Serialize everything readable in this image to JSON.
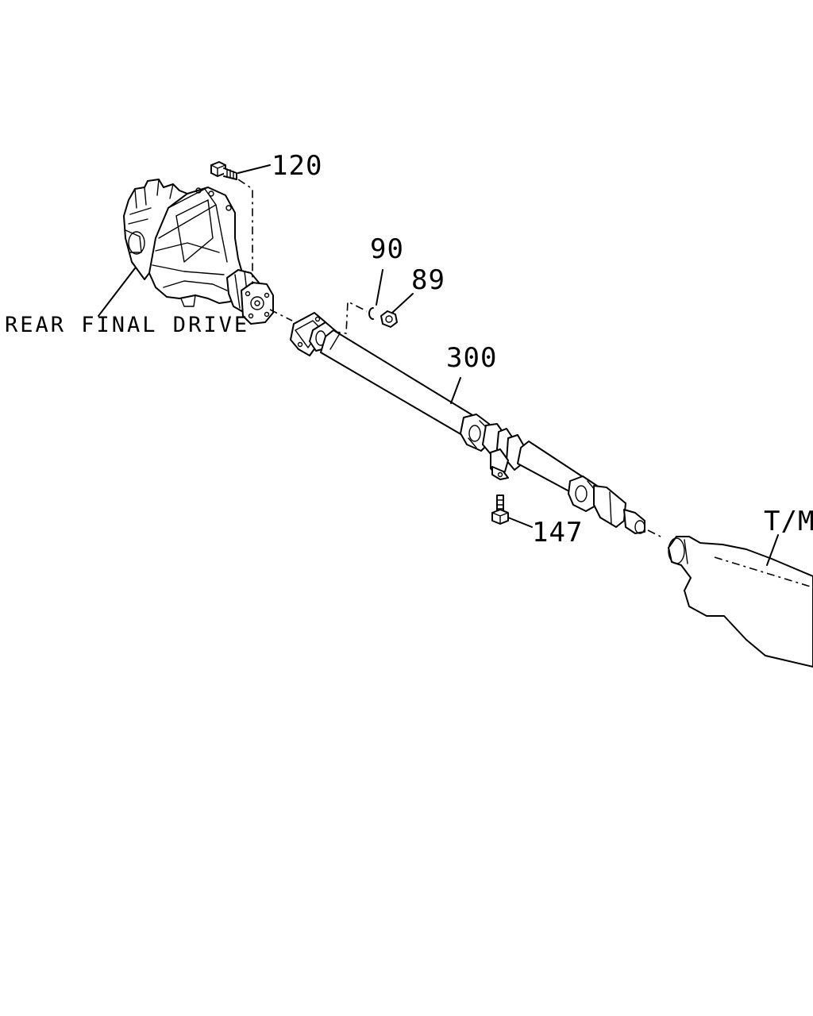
{
  "callouts": {
    "bolt_top": "120",
    "snap_ring": "90",
    "nut": "89",
    "propeller_shaft": "300",
    "bolt_bottom": "147"
  },
  "components": {
    "rear_final_drive": "REAR FINAL DRIVE",
    "transmission": "T/M"
  },
  "icons": [
    "differential-housing",
    "propeller-shaft",
    "universal-joint",
    "center-bearing",
    "bolt",
    "nut",
    "snap-ring",
    "transmission-housing"
  ]
}
